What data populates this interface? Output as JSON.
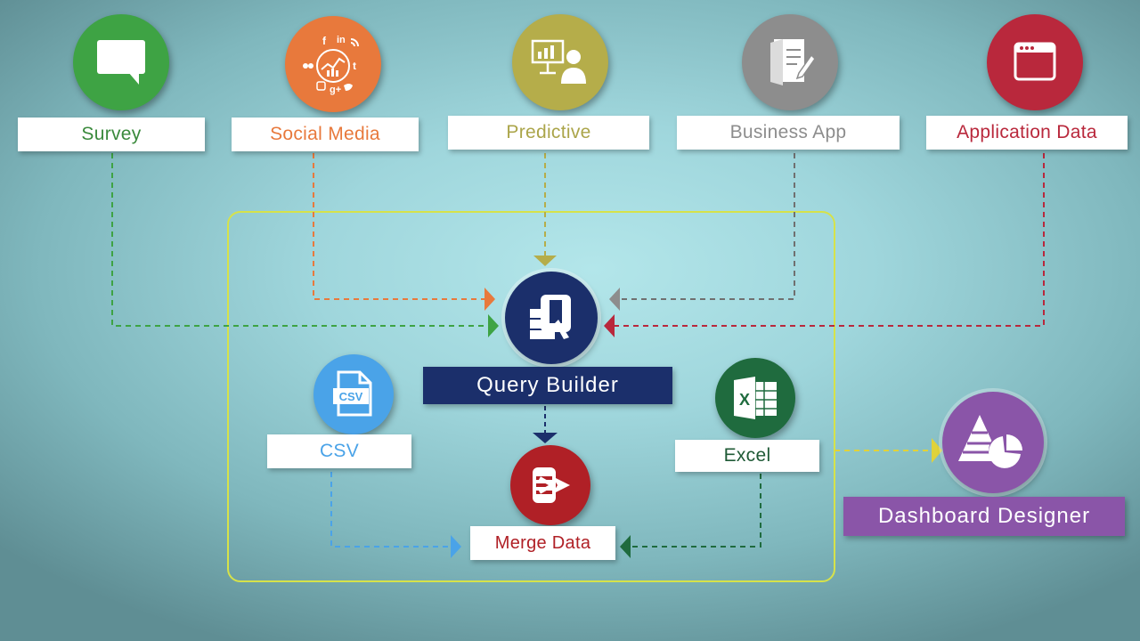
{
  "colors": {
    "survey": "#3ea344",
    "social_media": "#e8793c",
    "predictive": "#b5ad4a",
    "business_app": "#8d8d8d",
    "application_data": "#b9283c",
    "query_builder": "#1b2f6b",
    "merge_data": "#b02026",
    "csv": "#4aa3e8",
    "excel": "#1f6b3e",
    "dashboard": "#8a55a8",
    "group_border": "#d6e24a"
  },
  "sources": [
    {
      "label": "Survey",
      "icon": "chat-bubble-icon"
    },
    {
      "label": "Social Media",
      "icon": "social-network-icon"
    },
    {
      "label": "Predictive",
      "icon": "presenter-chart-icon"
    },
    {
      "label": "Business App",
      "icon": "document-pen-icon"
    },
    {
      "label": "Application Data",
      "icon": "app-window-icon"
    }
  ],
  "hub": {
    "label": "Query Builder",
    "icon": "database-q-icon"
  },
  "merge": {
    "label": "Merge Data",
    "icon": "merge-icon"
  },
  "csv": {
    "label": "CSV",
    "icon": "csv-file-icon",
    "badge": "CSV"
  },
  "excel": {
    "label": "Excel",
    "icon": "excel-icon"
  },
  "dashboard": {
    "label": "Dashboard Designer",
    "icon": "pyramid-pie-icon"
  }
}
